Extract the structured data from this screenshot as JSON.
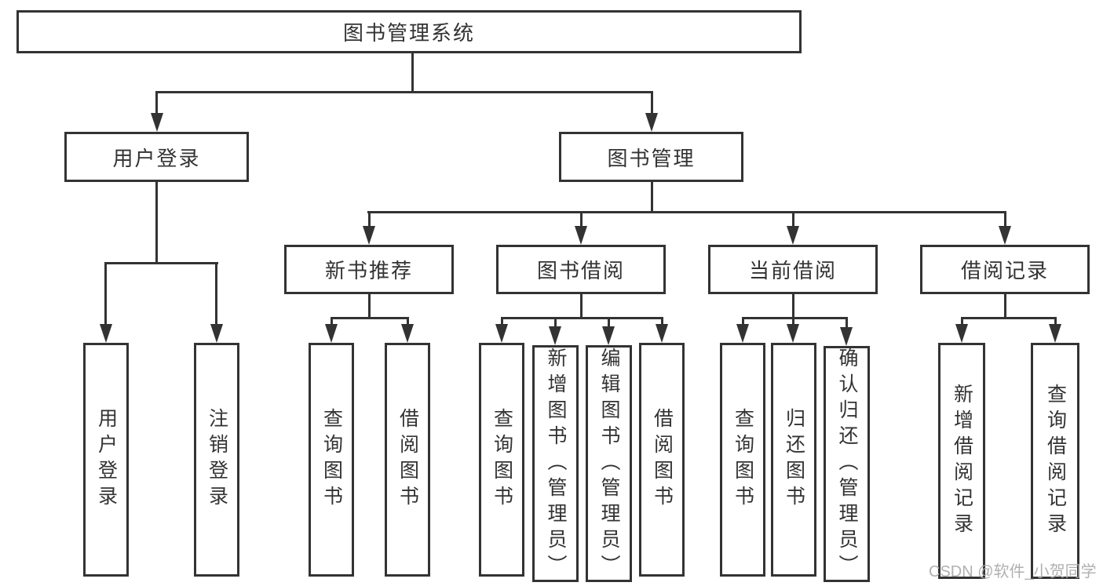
{
  "root": {
    "label": "图书管理系统"
  },
  "branches": [
    {
      "label": "用户登录",
      "leaves": [
        {
          "label": "用户登录"
        },
        {
          "label": "注销登录"
        }
      ]
    },
    {
      "label": "图书管理",
      "sections": [
        {
          "label": "新书推荐",
          "leaves": [
            {
              "label": "查询图书"
            },
            {
              "label": "借阅图书"
            }
          ]
        },
        {
          "label": "图书借阅",
          "leaves": [
            {
              "label": "查询图书"
            },
            {
              "label": "新增图书（管理员）"
            },
            {
              "label": "编辑图书（管理员）"
            },
            {
              "label": "借阅图书"
            }
          ]
        },
        {
          "label": "当前借阅",
          "leaves": [
            {
              "label": "查询图书"
            },
            {
              "label": "归还图书"
            },
            {
              "label": "确认归还（管理员）"
            }
          ]
        },
        {
          "label": "借阅记录",
          "leaves": [
            {
              "label": "新增借阅记录"
            },
            {
              "label": "查询借阅记录"
            }
          ]
        }
      ]
    }
  ],
  "watermark": {
    "text": "CSDN @软件_小贺同学"
  },
  "colors": {
    "line": "#333333",
    "text": "#333333",
    "watermark": "#aaaaaa",
    "background": "#ffffff"
  }
}
